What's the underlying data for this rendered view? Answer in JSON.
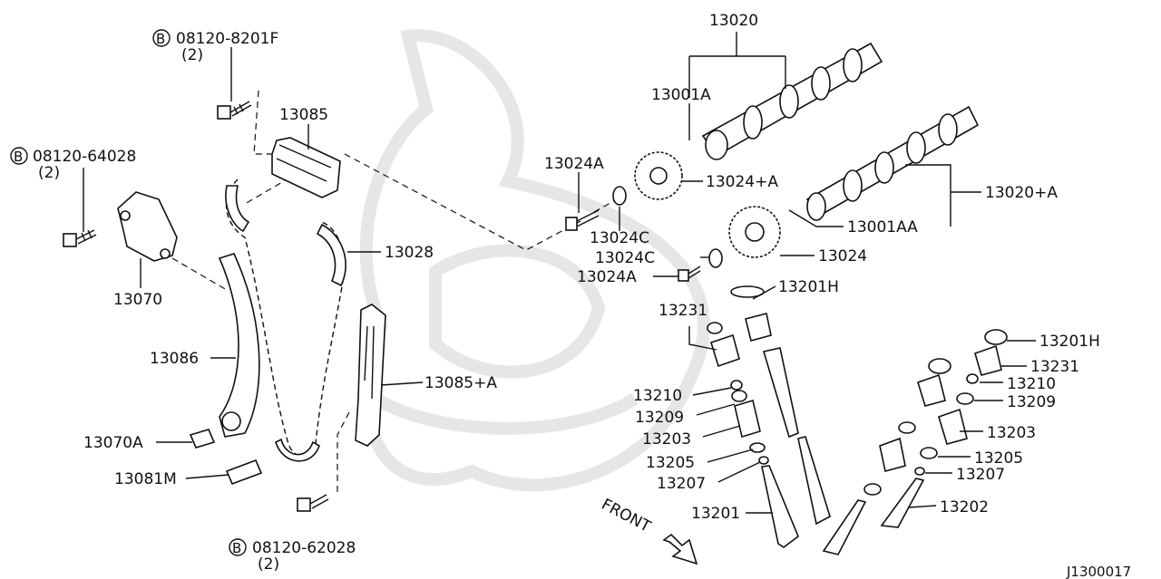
{
  "diagram_id": "J1300017",
  "front_label": "FRONT",
  "bolt_marker": "B",
  "callouts": {
    "bolt_top": "08120-8201F",
    "bolt_top_qty": "(2)",
    "bolt_left": "08120-64028",
    "bolt_left_qty": "(2)",
    "bolt_bottom": "08120-62028",
    "bolt_bottom_qty": "(2)",
    "p13085": "13085",
    "p13070": "13070",
    "p13086": "13086",
    "p13070A": "13070A",
    "p13081M": "13081M",
    "p13028": "13028",
    "p13085A": "13085+A",
    "p13020": "13020",
    "p13001A": "13001A",
    "p13024A_top": "13024A",
    "p13024pA": "13024+A",
    "p13024C_top": "13024C",
    "p13020pA": "13020+A",
    "p13001AA": "13001AA",
    "p13024C_bot": "13024C",
    "p13024": "13024",
    "p13024A_bot": "13024A",
    "p13201H_l": "13201H",
    "p13231_l": "13231",
    "p13210_l": "13210",
    "p13209_l": "13209",
    "p13203_l": "13203",
    "p13205_l": "13205",
    "p13207_l": "13207",
    "p13201": "13201",
    "p13201H_r": "13201H",
    "p13231_r": "13231",
    "p13210_r": "13210",
    "p13209_r": "13209",
    "p13203_r": "13203",
    "p13205_r": "13205",
    "p13207_r": "13207",
    "p13202": "13202"
  }
}
